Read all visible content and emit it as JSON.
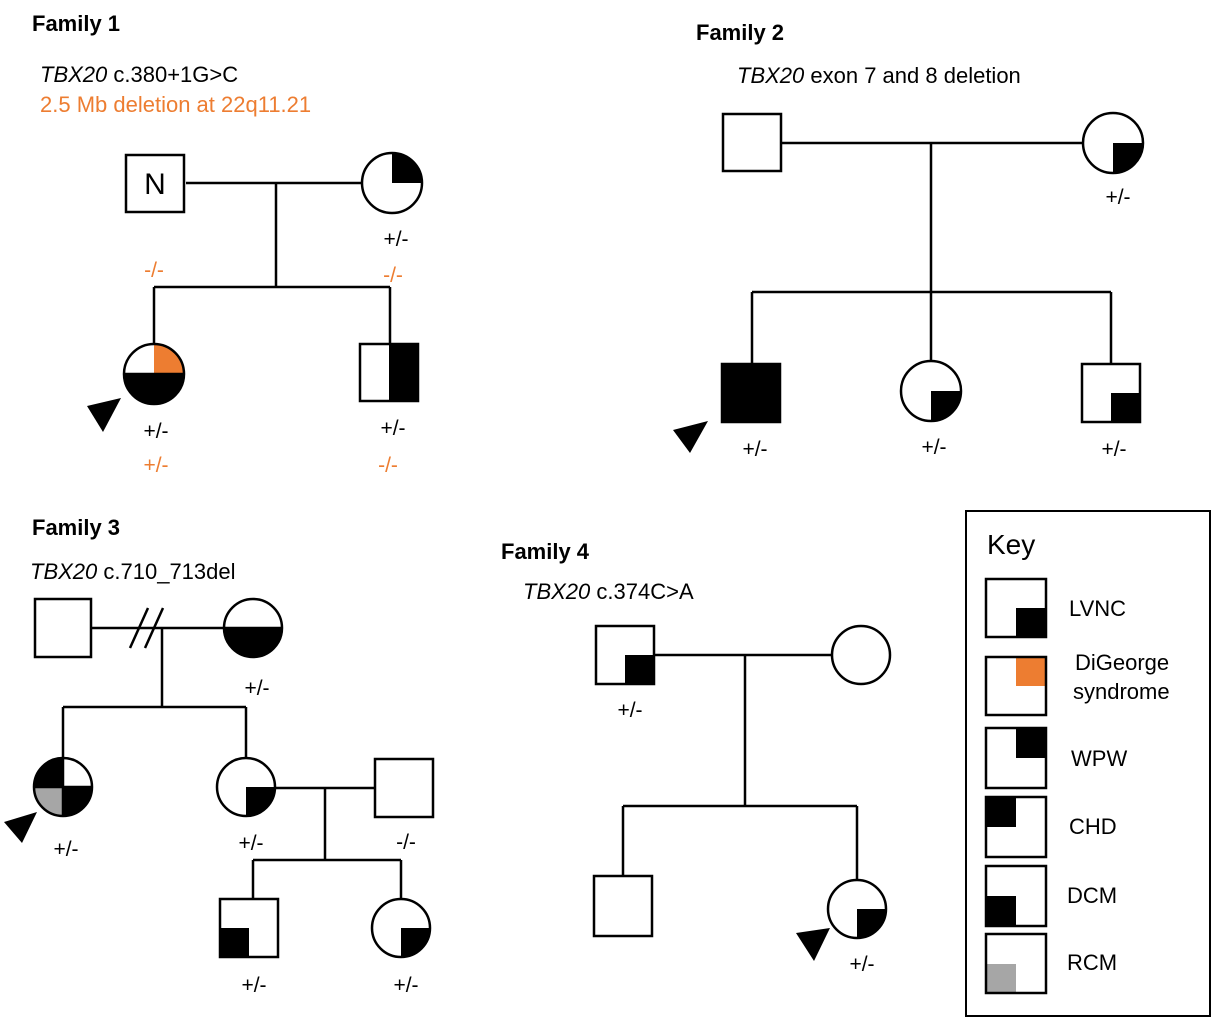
{
  "colors": {
    "black": "#000000",
    "digeorge_orange": "#ED7D31",
    "rcm_gray": "#A6A6A6",
    "white": "#FFFFFF"
  },
  "family1": {
    "title": "Family 1",
    "gene_italic": "TBX20",
    "gene_variant": "c.380+1G>C",
    "deletion": "2.5 Mb deletion at 22q11.21",
    "father_label": "N",
    "mother_gt": "+/-",
    "gt_minus_left": "-/-",
    "gt_minus_right": "-/-",
    "proband_gt": "+/-",
    "proband_gt2": "+/-",
    "brother_gt": "+/-",
    "brother_gt2": "-/-"
  },
  "family2": {
    "title": "Family 2",
    "gene_italic": "TBX20",
    "gene_variant": "exon 7 and 8 deletion",
    "mother_gt": "+/-",
    "proband_gt": "+/-",
    "daughter_gt": "+/-",
    "son_gt": "+/-"
  },
  "family3": {
    "title": "Family 3",
    "gene_italic": "TBX20",
    "gene_variant": "c.710_713del",
    "mother_gt": "+/-",
    "proband_gt": "+/-",
    "sister_gt": "+/-",
    "spouse_gt": "-/-",
    "grandson_gt": "+/-",
    "granddaughter_gt": "+/-"
  },
  "family4": {
    "title": "Family 4",
    "gene_italic": "TBX20",
    "gene_variant": "c.374C>A",
    "father_gt": "+/-",
    "proband_gt": "+/-"
  },
  "key": {
    "title": "Key",
    "items": [
      {
        "label": "LVNC",
        "shade": "bottom-right",
        "color": "#000000"
      },
      {
        "label_line1": "DiGeorge",
        "label_line2": "syndrome",
        "shade": "top-right",
        "color": "#ED7D31"
      },
      {
        "label": "WPW",
        "shade": "top-right",
        "color": "#000000"
      },
      {
        "label": "CHD",
        "shade": "top-left",
        "color": "#000000"
      },
      {
        "label": "DCM",
        "shade": "bottom-left",
        "color": "#000000"
      },
      {
        "label": "RCM",
        "shade": "bottom-left",
        "color": "#A6A6A6"
      }
    ]
  }
}
